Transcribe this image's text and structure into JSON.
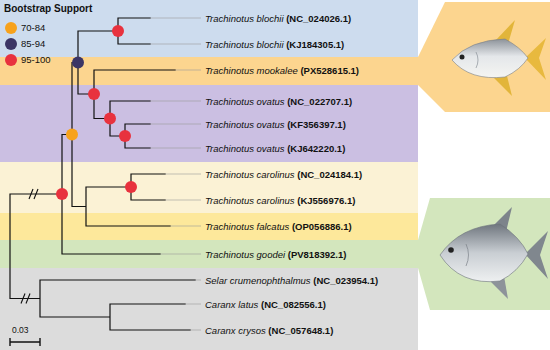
{
  "diagram": {
    "nodes": [
      {
        "text": [
          "Trachinotus blochii (NC_024026.1)",
          "Trachinotus blochii (KJ184305.1)"
        ]
      },
      {
        "text": [
          "Trachinotus mookalee (PX528615.1)"
        ]
      },
      {
        "text": [
          "Trachinotus ovatus (NC_022707.1)",
          "Trachinotus ovatus (KF356397.1)",
          "Trachinotus ovatus (KJ642220.1)"
        ]
      },
      {
        "text": [
          "Trachinotus carolinus (NC_024184.1)",
          "Trachinotus carolinus (KJ556976.1)"
        ]
      },
      {
        "text": [
          "Trachinotus falcatus (OP056886.1)"
        ]
      },
      {
        "text": [
          "Trachinotus goodei (PV818392.1)"
        ]
      },
      {
        "text": [
          "Selar crumenophthalmus (NC_023954.1)",
          "Caranx latus (NC_082556.1)",
          "Caranx crysos (NC_057648.1)"
        ]
      }
    ],
    "labels": [
      "Bootstrap Support",
      "0.03"
    ],
    "legend": [
      {
        "text": "70-84",
        "color": "#f7a21b"
      },
      {
        "text": "85-94",
        "color": "#3b3565"
      },
      {
        "text": "95-100",
        "color": "#e8323e"
      }
    ]
  }
}
